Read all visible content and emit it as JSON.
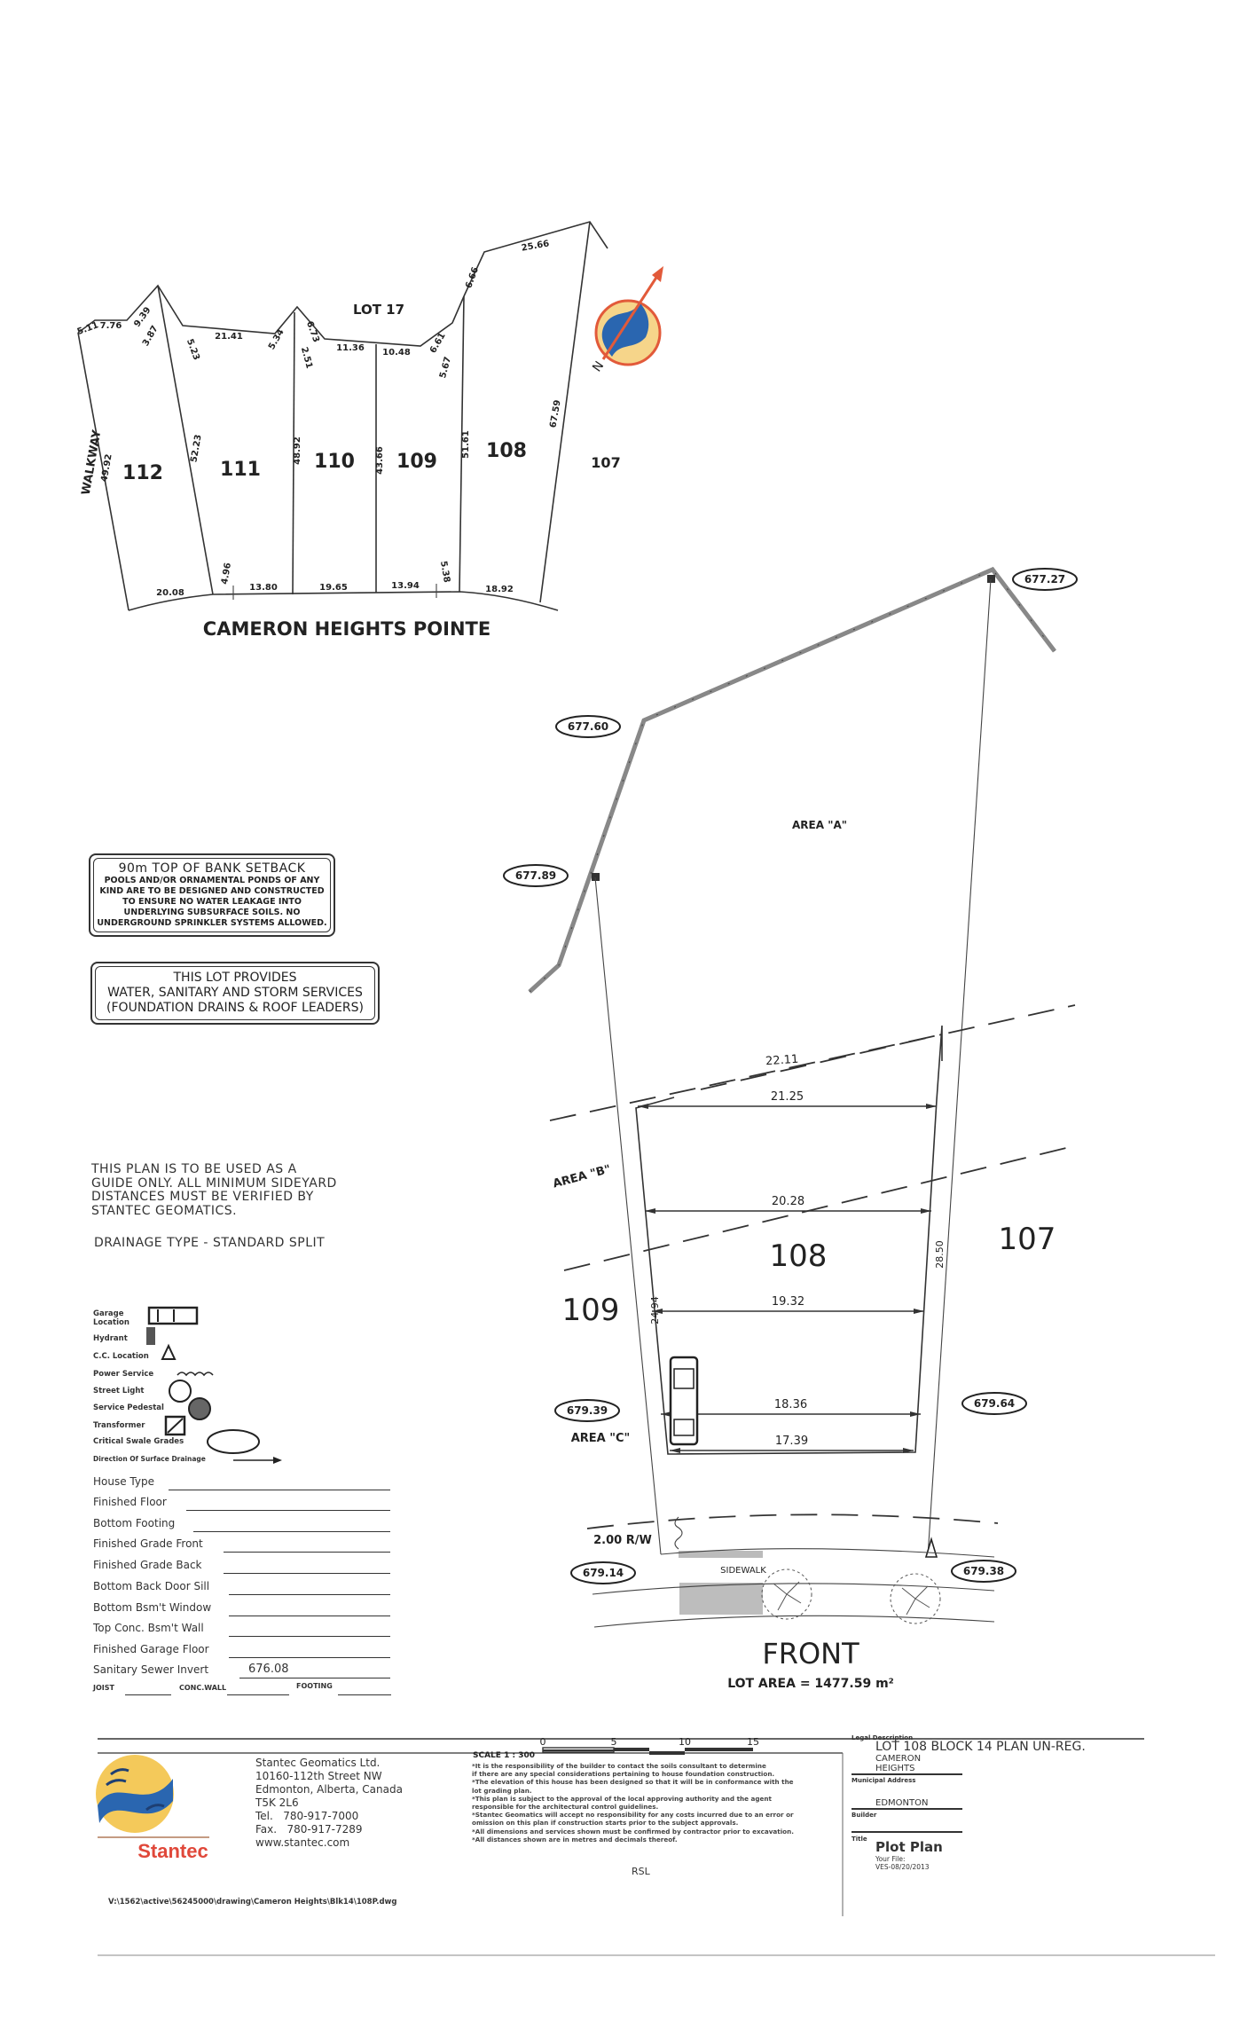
{
  "key_plan": {
    "lots": [
      "112",
      "111",
      "110",
      "109",
      "108",
      "107"
    ],
    "lot_17": "LOT 17",
    "street": "CAMERON HEIGHTS POINTE",
    "walkway": "WALKWAY",
    "dimensions": [
      "5.11",
      "7.76",
      "9.39",
      "3.87",
      "5.23",
      "21.41",
      "5.34",
      "6.73",
      "2.51",
      "11.36",
      "10.48",
      "6.61",
      "5.67",
      "6.66",
      "25.66",
      "67.59",
      "49.92",
      "52.23",
      "48.92",
      "43.66",
      "51.61",
      "4.96",
      "5.38",
      "20.08",
      "13.80",
      "19.65",
      "13.94",
      "18.92"
    ]
  },
  "notices": {
    "setback_title": "90m TOP OF BANK SETBACK",
    "setback_body": [
      "POOLS AND/OR ORNAMENTAL PONDS OF ANY",
      "KIND ARE TO BE DESIGNED AND CONSTRUCTED",
      "TO ENSURE NO WATER LEAKAGE INTO",
      "UNDERLYING SUBSURFACE SOILS. NO",
      "UNDERGROUND SPRINKLER SYSTEMS ALLOWED."
    ],
    "services": [
      "THIS LOT PROVIDES",
      "WATER, SANITARY AND STORM SERVICES",
      "(FOUNDATION DRAINS & ROOF LEADERS)"
    ],
    "guide": [
      "THIS PLAN IS TO BE USED AS A",
      "GUIDE ONLY. ALL MINIMUM SIDEYARD",
      "DISTANCES MUST BE VERIFIED BY",
      "STANTEC GEOMATICS."
    ],
    "drainage": "DRAINAGE TYPE - STANDARD SPLIT"
  },
  "legend": {
    "symbols": [
      "Garage Location",
      "Hydrant",
      "C.C. Location",
      "Power Service",
      "Street Light",
      "Service Pedestal",
      "Transformer",
      "Critical Swale Grades",
      "Direction Of Surface Drainage"
    ],
    "fields": [
      {
        "label": "House Type",
        "value": ""
      },
      {
        "label": "Finished Floor",
        "value": ""
      },
      {
        "label": "Bottom Footing",
        "value": ""
      },
      {
        "label": "Finished Grade Front",
        "value": ""
      },
      {
        "label": "Finished Grade Back",
        "value": ""
      },
      {
        "label": "Bottom Back Door Sill",
        "value": ""
      },
      {
        "label": "Bottom Bsm't Window",
        "value": ""
      },
      {
        "label": "Top Conc. Bsm't Wall",
        "value": ""
      },
      {
        "label": "Finished Garage Floor",
        "value": ""
      },
      {
        "label": "Sanitary Sewer Invert",
        "value": "676.08"
      }
    ],
    "joist": "JOIST",
    "conc_wall": "CONC.WALL",
    "footing": "FOOTING"
  },
  "plot": {
    "elevations": {
      "rear_right": "677.27",
      "rear_mid": "677.60",
      "rear_left": "677.89",
      "side_left": "679.39",
      "side_right": "679.64",
      "front_left": "679.14",
      "front_right": "679.38"
    },
    "area_a": "AREA \"A\"",
    "area_b": "AREA \"B\"",
    "area_c": "AREA \"C\"",
    "lot": "108",
    "left_lot": "109",
    "right_lot": "107",
    "widths": [
      "22.11",
      "21.25",
      "20.28",
      "19.32",
      "18.36",
      "17.39"
    ],
    "side_left_dim": "24.94",
    "side_right_dim": "28.50",
    "row": "2.00 R/W",
    "sidewalk": "SIDEWALK",
    "front": "FRONT",
    "lot_area": "LOT AREA = 1477.59 m²"
  },
  "footer": {
    "company": [
      "Stantec Geomatics Ltd.",
      "10160-112th Street NW",
      "Edmonton, Alberta, Canada",
      "T5K 2L6",
      "Tel.   780-917-7000",
      "Fax.   780-917-7289",
      "www.stantec.com"
    ],
    "logo_text": "Stantec",
    "file_path": "V:\\1562\\active\\56245000\\drawing\\Cameron Heights\\Blk14\\108P.dwg",
    "scale_label": "SCALE 1 : 300",
    "scale_ticks": [
      "0",
      "5",
      "10",
      "15"
    ],
    "notes": [
      "*It is the responsibility of the builder to contact the soils consultant to determine",
      "if there are any special considerations pertaining to house foundation construction.",
      "*The elevation of this house has been designed so that it will be in conformance with the",
      "lot grading plan.",
      "*This plan is subject to the approval of the local approving authority and the agent",
      "responsible for the architectural control guidelines.",
      "*Stantec Geomatics will accept no responsibility for any costs incurred due to an error or",
      "omission on this plan if construction starts prior to the subject approvals.",
      "*All dimensions and services shown must be confirmed by contractor prior to excavation.",
      "*All distances shown are in metres and decimals thereof."
    ],
    "initials": "RSL",
    "legal_label": "Legal Description",
    "legal": "LOT 108 BLOCK 14 PLAN UN-REG.",
    "subdivision": "CAMERON HEIGHTS",
    "municipal_label": "Municipal Address",
    "city": "EDMONTON",
    "builder_label": "Builder",
    "title_label": "Title",
    "title": "Plot Plan",
    "your_file": "Your File:",
    "file_ref": "VES-08/20/2013"
  }
}
